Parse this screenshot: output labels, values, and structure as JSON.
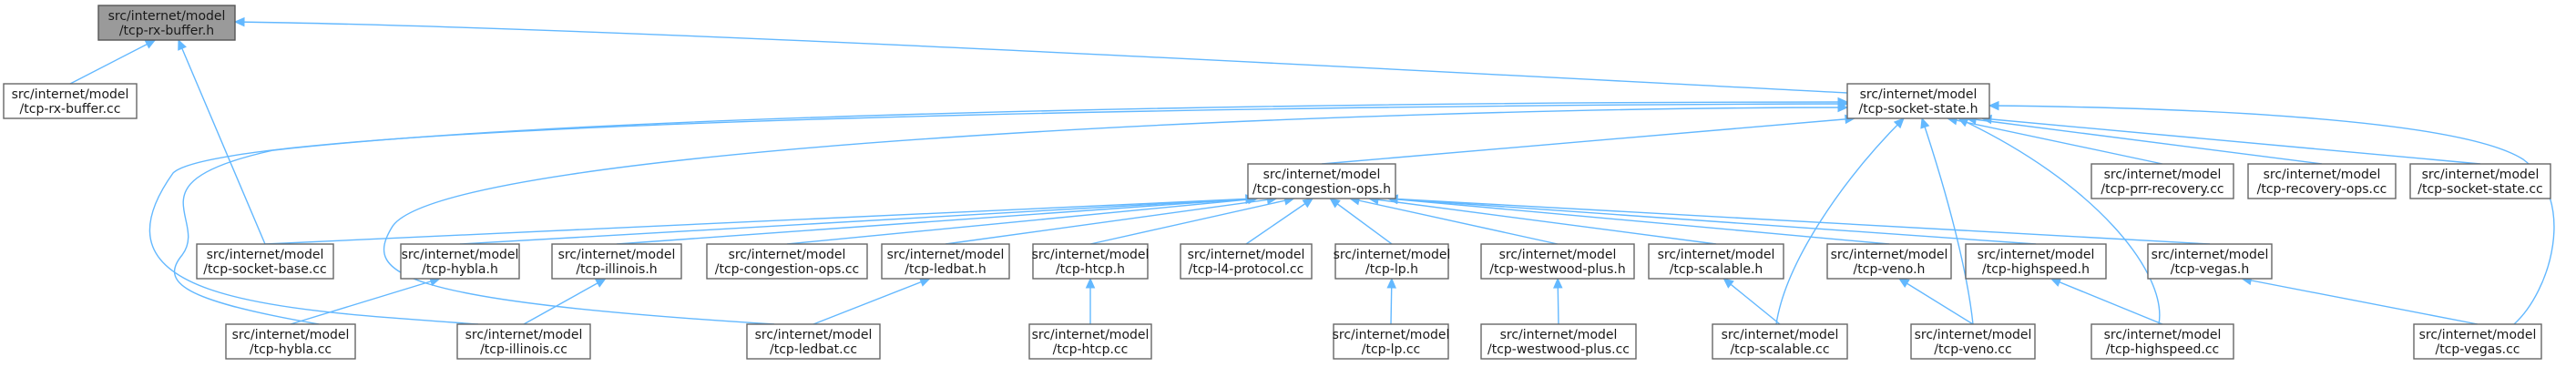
{
  "nodes": [
    {
      "id": "rxh",
      "line1": "src/internet/model",
      "line2": "/tcp-rx-buffer.h",
      "root": true
    },
    {
      "id": "rxcc",
      "line1": "src/internet/model",
      "line2": "/tcp-rx-buffer.cc"
    },
    {
      "id": "ssh",
      "line1": "src/internet/model",
      "line2": "/tcp-socket-state.h"
    },
    {
      "id": "coh",
      "line1": "src/internet/model",
      "line2": "/tcp-congestion-ops.h"
    },
    {
      "id": "prr",
      "line1": "src/internet/model",
      "line2": "/tcp-prr-recovery.cc"
    },
    {
      "id": "roc",
      "line1": "src/internet/model",
      "line2": "/tcp-recovery-ops.cc"
    },
    {
      "id": "sscc",
      "line1": "src/internet/model",
      "line2": "/tcp-socket-state.cc"
    },
    {
      "id": "sbcc",
      "line1": "src/internet/model",
      "line2": "/tcp-socket-base.cc"
    },
    {
      "id": "hyh",
      "line1": "src/internet/model",
      "line2": "/tcp-hybla.h"
    },
    {
      "id": "ilh",
      "line1": "src/internet/model",
      "line2": "/tcp-illinois.h"
    },
    {
      "id": "cocc",
      "line1": "src/internet/model",
      "line2": "/tcp-congestion-ops.cc"
    },
    {
      "id": "leh",
      "line1": "src/internet/model",
      "line2": "/tcp-ledbat.h"
    },
    {
      "id": "hth",
      "line1": "src/internet/model",
      "line2": "/tcp-htcp.h"
    },
    {
      "id": "l4cc",
      "line1": "src/internet/model",
      "line2": "/tcp-l4-protocol.cc"
    },
    {
      "id": "lph",
      "line1": "src/internet/model",
      "line2": "/tcp-lp.h"
    },
    {
      "id": "wwh",
      "line1": "src/internet/model",
      "line2": "/tcp-westwood-plus.h"
    },
    {
      "id": "sch",
      "line1": "src/internet/model",
      "line2": "/tcp-scalable.h"
    },
    {
      "id": "veh",
      "line1": "src/internet/model",
      "line2": "/tcp-veno.h"
    },
    {
      "id": "hsh",
      "line1": "src/internet/model",
      "line2": "/tcp-highspeed.h"
    },
    {
      "id": "vgh",
      "line1": "src/internet/model",
      "line2": "/tcp-vegas.h"
    },
    {
      "id": "hycc",
      "line1": "src/internet/model",
      "line2": "/tcp-hybla.cc"
    },
    {
      "id": "ilcc",
      "line1": "src/internet/model",
      "line2": "/tcp-illinois.cc"
    },
    {
      "id": "lecc",
      "line1": "src/internet/model",
      "line2": "/tcp-ledbat.cc"
    },
    {
      "id": "htcc",
      "line1": "src/internet/model",
      "line2": "/tcp-htcp.cc"
    },
    {
      "id": "lpcc",
      "line1": "src/internet/model",
      "line2": "/tcp-lp.cc"
    },
    {
      "id": "wwcc",
      "line1": "src/internet/model",
      "line2": "/tcp-westwood-plus.cc"
    },
    {
      "id": "sccc",
      "line1": "src/internet/model",
      "line2": "/tcp-scalable.cc"
    },
    {
      "id": "vecc",
      "line1": "src/internet/model",
      "line2": "/tcp-veno.cc"
    },
    {
      "id": "hscc",
      "line1": "src/internet/model",
      "line2": "/tcp-highspeed.cc"
    },
    {
      "id": "vgcc",
      "line1": "src/internet/model",
      "line2": "/tcp-vegas.cc"
    }
  ],
  "edges": [
    {
      "from": "rxcc",
      "to": "rxh"
    },
    {
      "from": "sbcc",
      "to": "rxh"
    },
    {
      "from": "ssh",
      "to": "rxh"
    },
    {
      "from": "coh",
      "to": "ssh"
    },
    {
      "from": "prr",
      "to": "ssh"
    },
    {
      "from": "roc",
      "to": "ssh"
    },
    {
      "from": "sscc",
      "to": "ssh"
    },
    {
      "from": "hycc",
      "to": "ssh"
    },
    {
      "from": "ilcc",
      "to": "ssh"
    },
    {
      "from": "lecc",
      "to": "ssh"
    },
    {
      "from": "sccc",
      "to": "ssh"
    },
    {
      "from": "vecc",
      "to": "ssh"
    },
    {
      "from": "hscc",
      "to": "ssh"
    },
    {
      "from": "vgcc",
      "to": "ssh"
    },
    {
      "from": "sbcc",
      "to": "coh"
    },
    {
      "from": "hyh",
      "to": "coh"
    },
    {
      "from": "ilh",
      "to": "coh"
    },
    {
      "from": "cocc",
      "to": "coh"
    },
    {
      "from": "leh",
      "to": "coh"
    },
    {
      "from": "hth",
      "to": "coh"
    },
    {
      "from": "l4cc",
      "to": "coh"
    },
    {
      "from": "lph",
      "to": "coh"
    },
    {
      "from": "wwh",
      "to": "coh"
    },
    {
      "from": "sch",
      "to": "coh"
    },
    {
      "from": "veh",
      "to": "coh"
    },
    {
      "from": "hsh",
      "to": "coh"
    },
    {
      "from": "vgh",
      "to": "coh"
    },
    {
      "from": "hycc",
      "to": "hyh"
    },
    {
      "from": "ilcc",
      "to": "ilh"
    },
    {
      "from": "lecc",
      "to": "leh"
    },
    {
      "from": "htcc",
      "to": "hth"
    },
    {
      "from": "lpcc",
      "to": "lph"
    },
    {
      "from": "wwcc",
      "to": "wwh"
    },
    {
      "from": "sccc",
      "to": "sch"
    },
    {
      "from": "vecc",
      "to": "veh"
    },
    {
      "from": "hscc",
      "to": "hsh"
    },
    {
      "from": "vgcc",
      "to": "vgh"
    }
  ]
}
